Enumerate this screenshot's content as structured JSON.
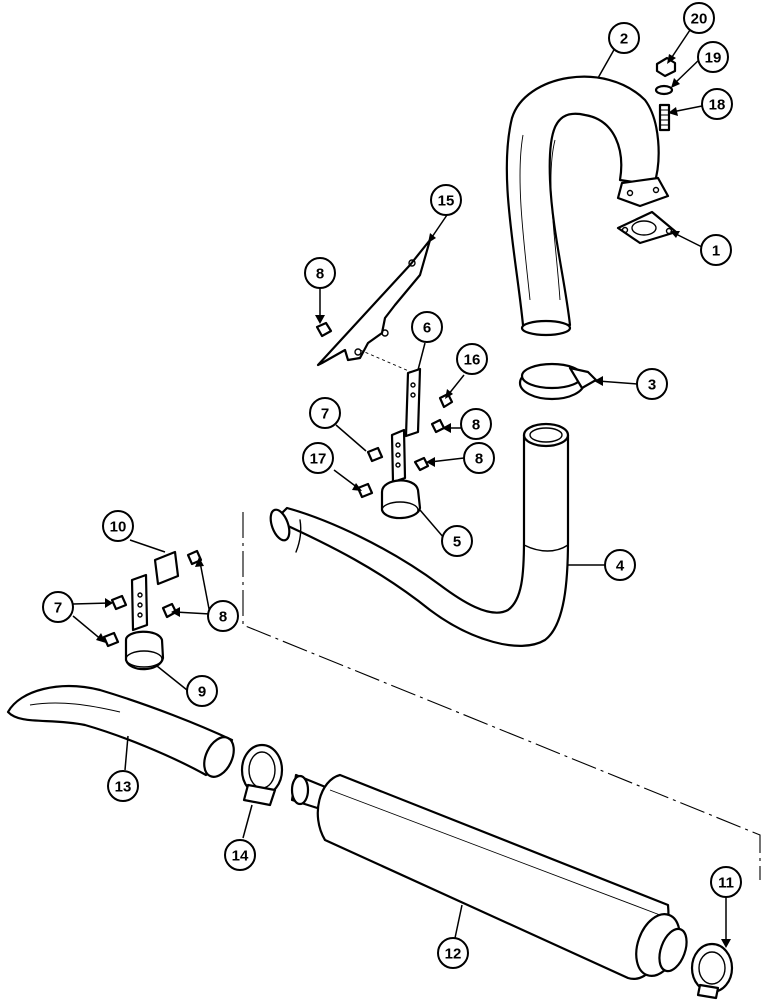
{
  "callouts": [
    {
      "label": "1"
    },
    {
      "label": "2"
    },
    {
      "label": "3"
    },
    {
      "label": "4"
    },
    {
      "label": "5"
    },
    {
      "label": "6"
    },
    {
      "label": "7"
    },
    {
      "label": "7"
    },
    {
      "label": "8"
    },
    {
      "label": "8"
    },
    {
      "label": "8"
    },
    {
      "label": "8"
    },
    {
      "label": "9"
    },
    {
      "label": "10"
    },
    {
      "label": "11"
    },
    {
      "label": "12"
    },
    {
      "label": "13"
    },
    {
      "label": "14"
    },
    {
      "label": "15"
    },
    {
      "label": "16"
    },
    {
      "label": "17"
    },
    {
      "label": "18"
    },
    {
      "label": "19"
    },
    {
      "label": "20"
    }
  ]
}
